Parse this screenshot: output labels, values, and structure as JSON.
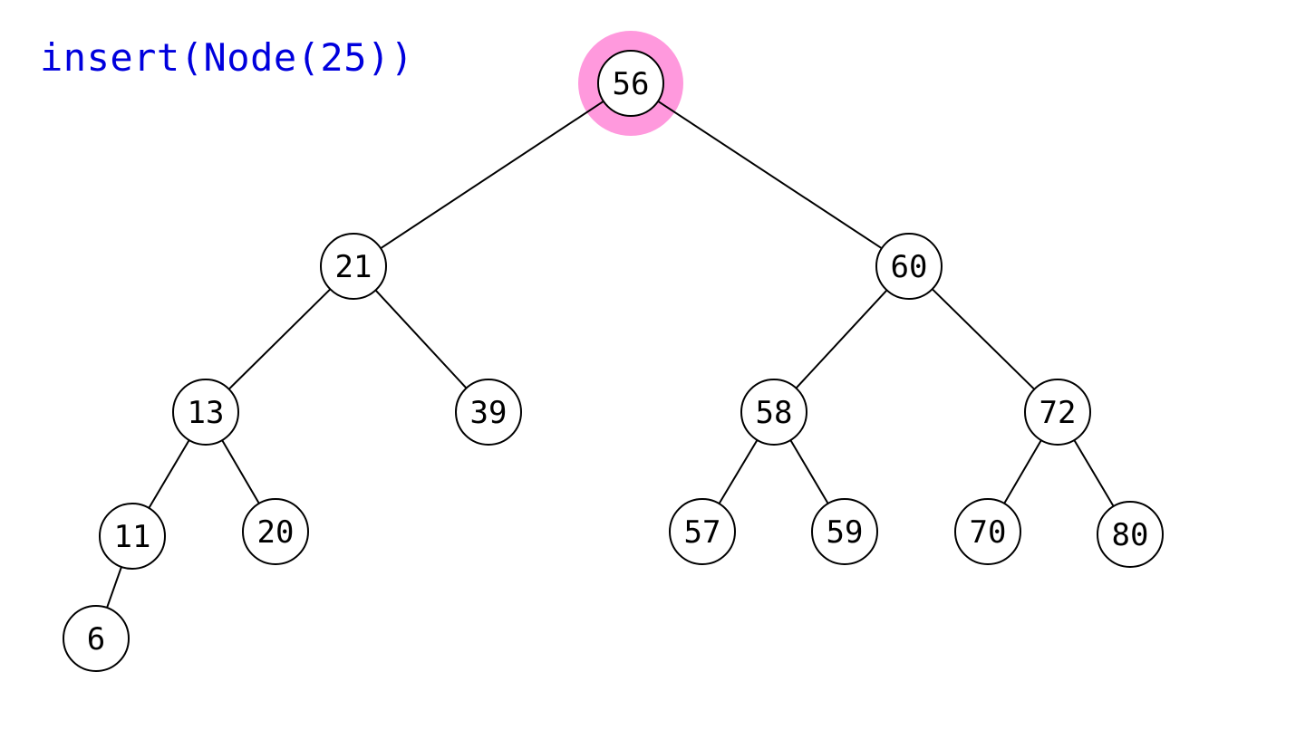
{
  "operation": {
    "text": "insert(Node(25))",
    "color": "#0000dd"
  },
  "highlight_color": "#ff99dd",
  "tree": {
    "nodes": [
      {
        "id": "n56",
        "label": "56",
        "highlighted": true
      },
      {
        "id": "n21",
        "label": "21"
      },
      {
        "id": "n60",
        "label": "60"
      },
      {
        "id": "n13",
        "label": "13"
      },
      {
        "id": "n39",
        "label": "39"
      },
      {
        "id": "n58",
        "label": "58"
      },
      {
        "id": "n72",
        "label": "72"
      },
      {
        "id": "n11",
        "label": "11"
      },
      {
        "id": "n20",
        "label": "20"
      },
      {
        "id": "n57",
        "label": "57"
      },
      {
        "id": "n59",
        "label": "59"
      },
      {
        "id": "n70",
        "label": "70"
      },
      {
        "id": "n80",
        "label": "80"
      },
      {
        "id": "n6",
        "label": "6"
      }
    ],
    "edges": [
      [
        "n56",
        "n21"
      ],
      [
        "n56",
        "n60"
      ],
      [
        "n21",
        "n13"
      ],
      [
        "n21",
        "n39"
      ],
      [
        "n60",
        "n58"
      ],
      [
        "n60",
        "n72"
      ],
      [
        "n13",
        "n11"
      ],
      [
        "n13",
        "n20"
      ],
      [
        "n58",
        "n57"
      ],
      [
        "n58",
        "n59"
      ],
      [
        "n72",
        "n70"
      ],
      [
        "n72",
        "n80"
      ],
      [
        "n11",
        "n6"
      ]
    ]
  }
}
